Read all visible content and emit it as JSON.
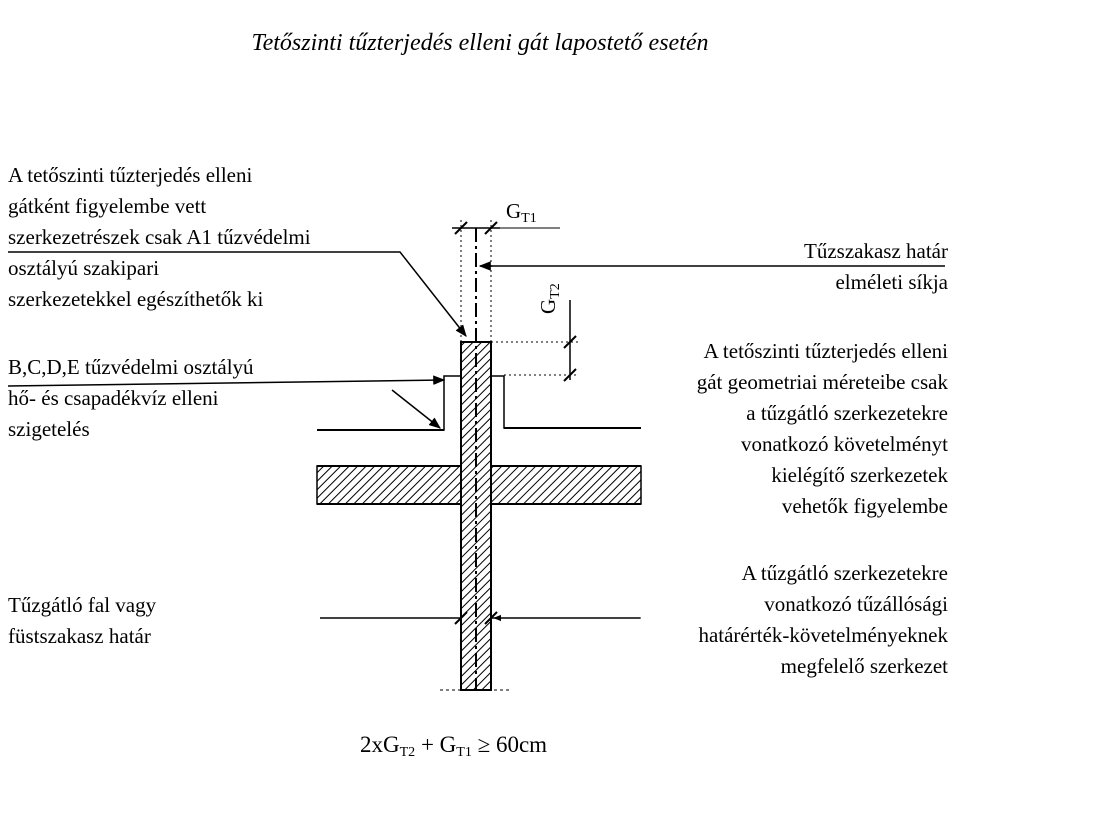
{
  "title": "Tetőszinti tűzterjedés elleni gát lapostető esetén",
  "labels": {
    "top_left": [
      "A tetőszinti tűzterjedés elleni",
      "gátként figyelembe vett",
      "szerkezetrészek csak A1 tűzvédelmi",
      "osztályú szakipari",
      "szerkezetekkel egészíthetők ki"
    ],
    "mid_left": [
      "B,C,D,E tűzvédelmi osztályú",
      "hő- és csapadékvíz elleni",
      "szigetelés"
    ],
    "bottom_left": [
      "Tűzgátló fal vagy",
      "füstszakasz határ"
    ],
    "right_1": [
      "Tűzszakasz határ",
      "elméleti síkja"
    ],
    "right_2": [
      "A tetőszinti tűzterjedés elleni",
      "gát geometriai méreteibe csak",
      "a tűzgátló szerkezetekre",
      "vonatkozó követelményt",
      "kielégítő szerkezetek",
      "vehetők figyelembe"
    ],
    "right_3": [
      "A tűzgátló szerkezetekre",
      "vonatkozó tűzállósági",
      "határérték-követelményeknek",
      "megfelelő szerkezet"
    ]
  },
  "dimensions": {
    "gt1": {
      "main": "G",
      "sub": "T1"
    },
    "gt2": {
      "main": "G",
      "sub": "T2"
    }
  },
  "formula": {
    "p1": "2xG",
    "s1": "T2",
    "p2": " + G",
    "s2": "T1",
    "p3": " ≥ 60cm"
  }
}
